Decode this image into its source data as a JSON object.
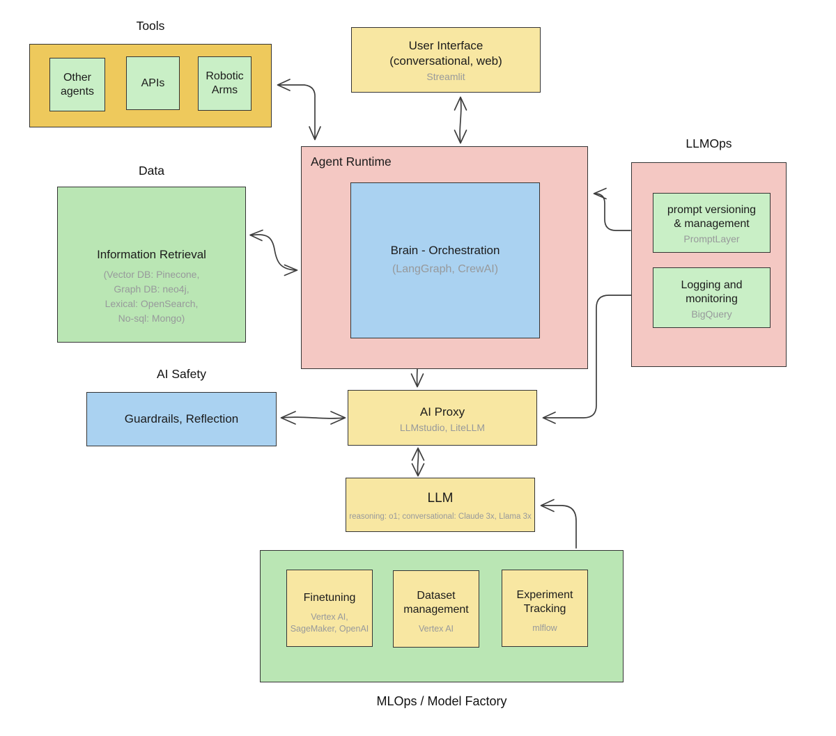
{
  "colors": {
    "gold": "#eec95c",
    "light_yellow": "#f8e7a2",
    "green_small": "#c9efc6",
    "green_big": "#bae6b4",
    "pink": "#f4c8c3",
    "blue": "#aad2f1",
    "border": "#333333",
    "arrow_line": "#3d3d3d",
    "muted_text": "#97999b"
  },
  "tools": {
    "title": "Tools",
    "items": [
      {
        "label": "Other agents"
      },
      {
        "label": "APIs"
      },
      {
        "label": "Robotic Arms"
      }
    ]
  },
  "user_interface": {
    "title": "User Interface",
    "subtitle": "(conversational, web)",
    "tool": "Streamlit"
  },
  "agent_runtime": {
    "title": "Agent Runtime",
    "brain": {
      "title": "Brain - Orchestration",
      "tool": "(LangGraph, CrewAI)"
    }
  },
  "data": {
    "title": "Data",
    "box": {
      "title": "Information Retrieval",
      "tools": "(Vector DB: Pinecone,\nGraph DB: neo4j,\nLexical: OpenSearch,\nNo-sql: Mongo)"
    }
  },
  "llmops": {
    "title": "LLMOps",
    "items": [
      {
        "title": "prompt versioning\n& management",
        "tool": "PromptLayer"
      },
      {
        "title": "Logging and\nmonitoring",
        "tool": "BigQuery"
      }
    ]
  },
  "ai_safety": {
    "title": "AI Safety",
    "box": {
      "title": "Guardrails, Reflection"
    }
  },
  "ai_proxy": {
    "title": "AI Proxy",
    "tool": "LLMstudio, LiteLLM"
  },
  "llm": {
    "title": "LLM",
    "tool": "reasoning: o1; conversational: Claude 3x, Llama 3x"
  },
  "mlops": {
    "title": "MLOps / Model Factory",
    "items": [
      {
        "title": "Finetuning",
        "tool": "Vertex AI,\nSageMaker, OpenAI"
      },
      {
        "title": "Dataset management",
        "tool": "Vertex AI"
      },
      {
        "title": "Experiment Tracking",
        "tool": "mlflow"
      }
    ]
  }
}
